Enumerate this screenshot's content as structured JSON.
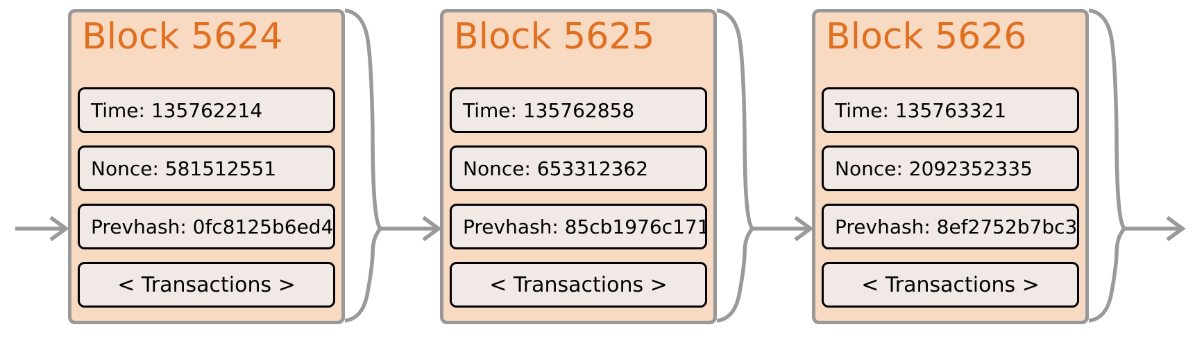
{
  "diagram": {
    "type": "blockchain",
    "blocks": [
      {
        "title": "Block 5624",
        "fields": [
          "Time: 135762214",
          "Nonce: 581512551",
          "Prevhash: 0fc8125b6ed4",
          "< Transactions >"
        ]
      },
      {
        "title": "Block 5625",
        "fields": [
          "Time: 135762858",
          "Nonce: 653312362",
          "Prevhash: 85cb1976c171",
          "< Transactions >"
        ]
      },
      {
        "title": "Block 5626",
        "fields": [
          "Time: 135763321",
          "Nonce: 2092352335",
          "Prevhash: 8ef2752b7bc3",
          "< Transactions >"
        ]
      }
    ],
    "connectors": [
      "arrow-into-block-5624",
      "brace-arrow-5624-to-5625",
      "brace-arrow-5625-to-5626",
      "brace-arrow-5626-to-next"
    ]
  },
  "colors": {
    "background": "#ffffff",
    "block_fill": "#f8d9c2",
    "block_border": "#999999",
    "block_title": "#e06f1f",
    "field_fill": "#f0e9e6",
    "field_border": "#000000",
    "field_text": "#000000",
    "connector": "#9a9a9a"
  }
}
